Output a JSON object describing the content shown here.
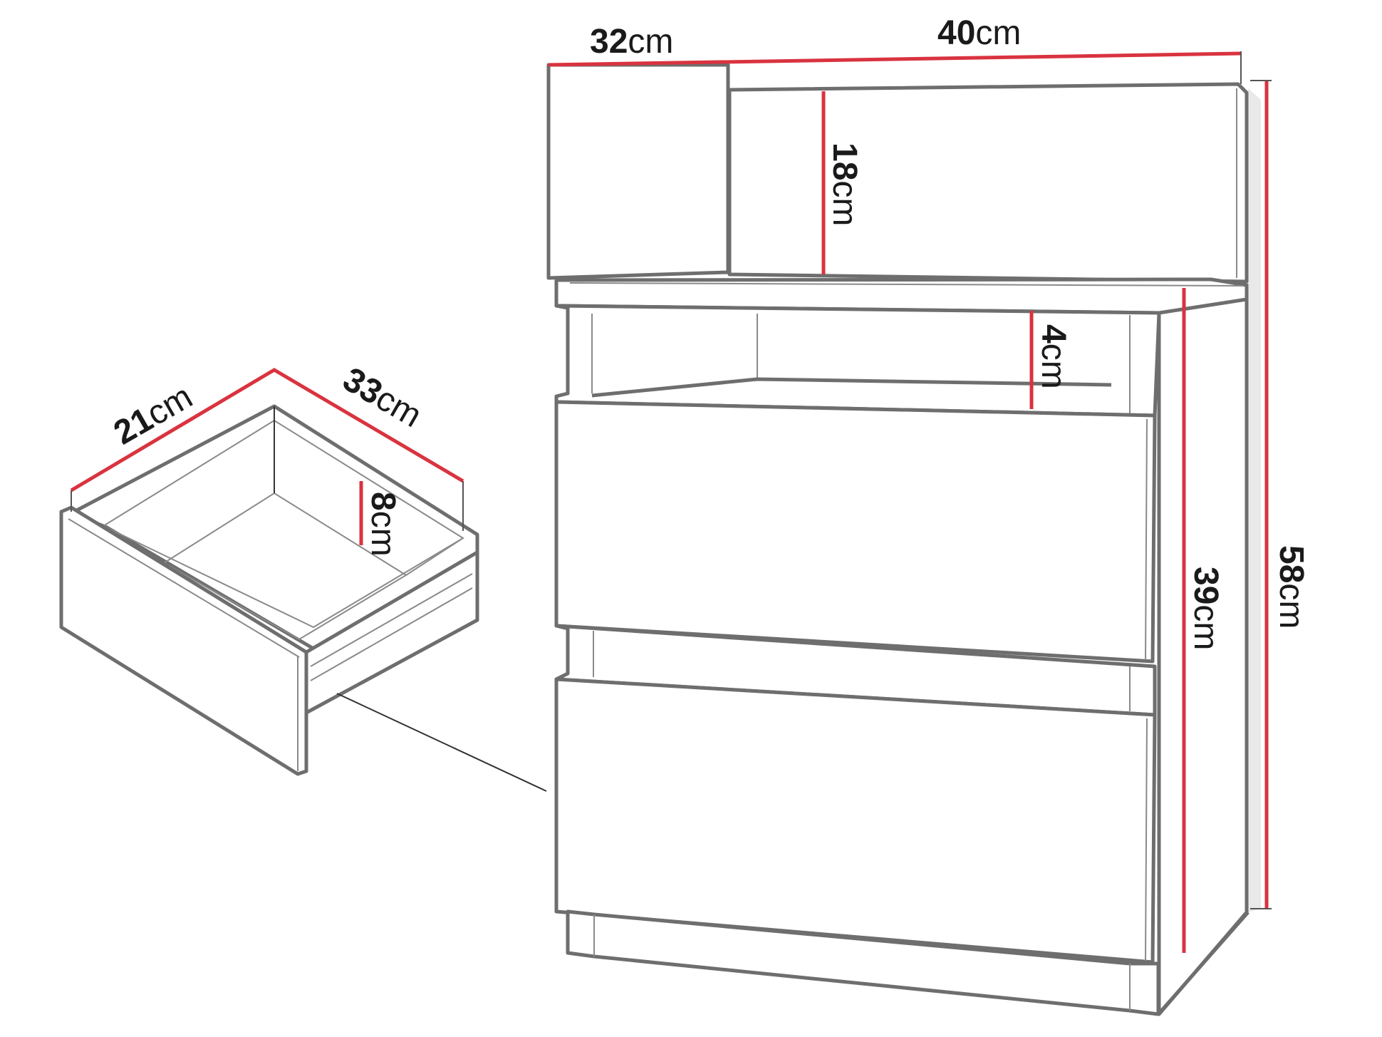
{
  "diagram": {
    "subject": "Bedside cabinet with top shelf unit and two drawers - dimension drawing",
    "colors": {
      "dimension_line": "#d9333f",
      "outline": "#6e6e6e",
      "background": "#ffffff",
      "text": "#1a1a1a"
    },
    "dimensions": {
      "depth": {
        "value": "32",
        "unit": "cm"
      },
      "width": {
        "value": "40",
        "unit": "cm"
      },
      "top_shelf_height": {
        "value": "18",
        "unit": "cm"
      },
      "niche_height": {
        "value": "4",
        "unit": "cm"
      },
      "body_height": {
        "value": "39",
        "unit": "cm"
      },
      "total_height": {
        "value": "58",
        "unit": "cm"
      }
    },
    "drawer_detail": {
      "width": {
        "value": "21",
        "unit": "cm"
      },
      "depth": {
        "value": "33",
        "unit": "cm"
      },
      "height": {
        "value": "8",
        "unit": "cm"
      }
    }
  }
}
